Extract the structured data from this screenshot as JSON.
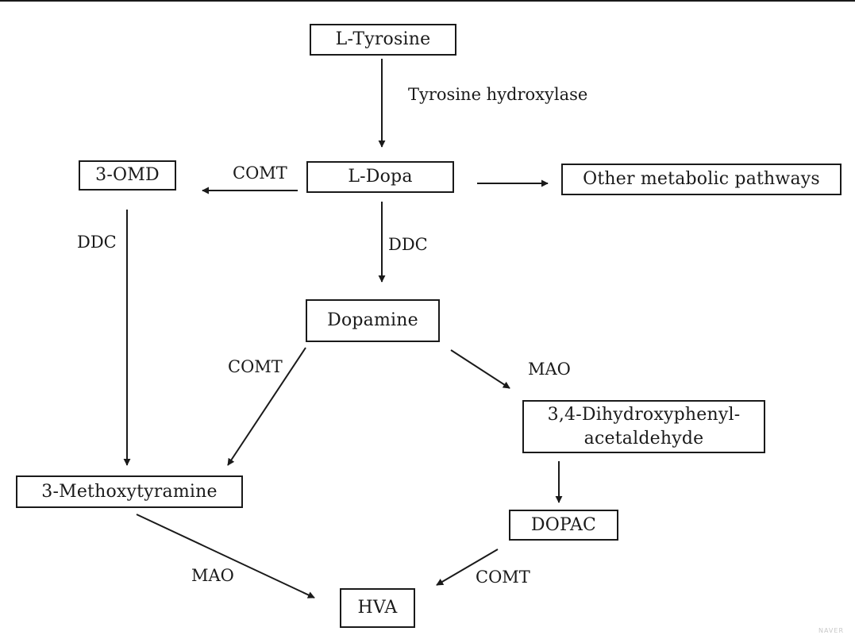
{
  "nodes": {
    "l_tyrosine": "L-Tyrosine",
    "l_dopa": "L-Dopa",
    "omd": "3-OMD",
    "other_pathways": "Other metabolic pathways",
    "dopamine": "Dopamine",
    "dihydroxyphenyl_line1": "3,4-Dihydroxyphenyl-",
    "dihydroxyphenyl_line2": "acetaldehyde",
    "methoxytyramine": "3-Methoxytyramine",
    "dopac": "DOPAC",
    "hva": "HVA"
  },
  "enzymes": {
    "tyrosine_hydroxylase": "Tyrosine hydroxylase",
    "comt_ldopa_omd": "COMT",
    "ddc_omd": "DDC",
    "ddc_ldopa": "DDC",
    "comt_dopamine": "COMT",
    "mao_dopamine": "MAO",
    "mao_methoxytyramine": "MAO",
    "comt_dopac": "COMT"
  },
  "watermark": "NAVER",
  "colors": {
    "ink": "#1a1a1a",
    "background": "#ffffff"
  }
}
